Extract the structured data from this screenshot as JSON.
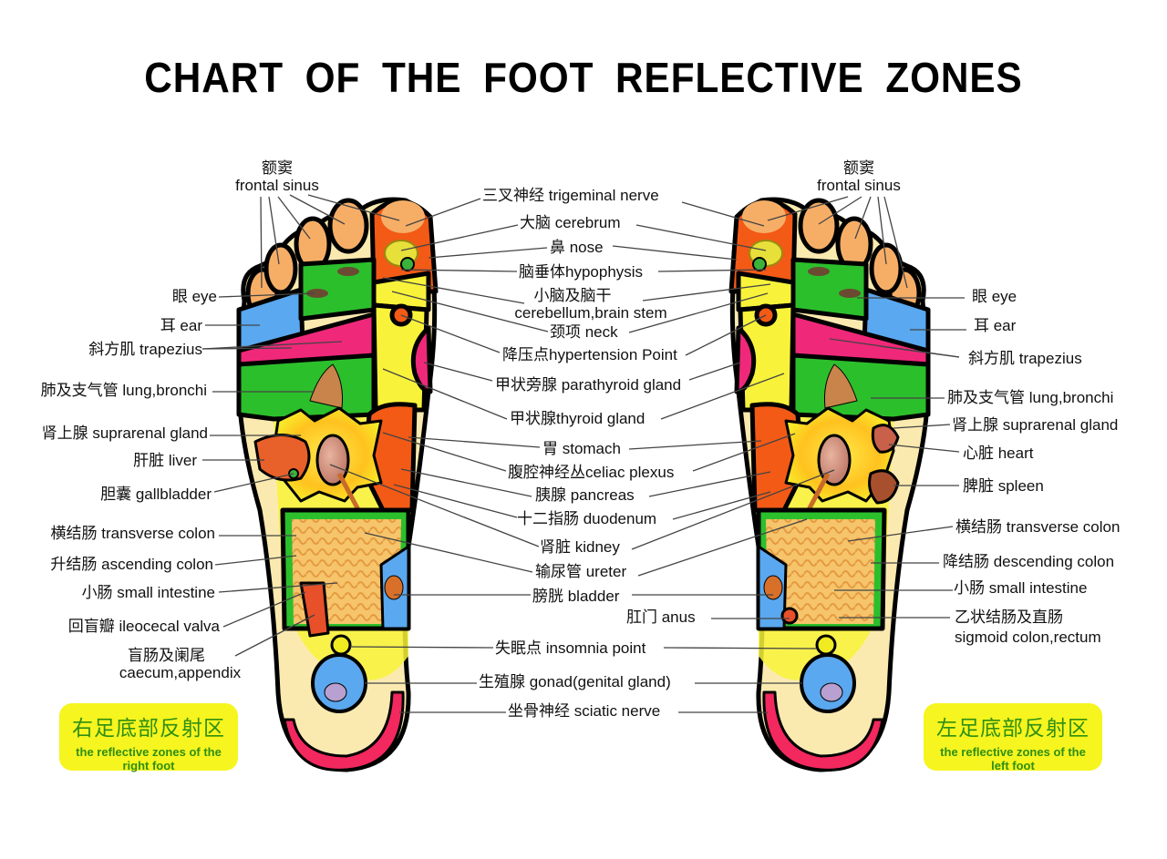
{
  "title": "CHART OF THE FOOT REFLECTIVE ZONES",
  "colors": {
    "toe": "#f6ae67",
    "green_zone": "#2cbf2c",
    "blue_zone": "#5aa8ef",
    "pink_zone": "#f0287a",
    "yellow_zone": "#f8f33a",
    "orange_zone": "#f25a16",
    "cream": "#fbeab0",
    "heel_band": "#f2285e",
    "outline": "#000000",
    "box_bg": "#f6f51f",
    "box_text": "#2f8f12"
  },
  "right_foot_labels": {
    "frontal_sinus": {
      "zh": "额窦",
      "en": "frontal sinus"
    },
    "eye": "眼 eye",
    "ear": "耳 ear",
    "trapezius": "斜方肌 trapezius",
    "lung": "肺及支气管  lung,bronchi",
    "suprarenal": "肾上腺 suprarenal gland",
    "liver": "肝脏  liver",
    "gallbladder": "胆囊  gallbladder",
    "transverse_colon": "横结肠  transverse colon",
    "ascending_colon": "升结肠  ascending colon",
    "small_intestine": "小肠  small intestine",
    "ileocecal": "回盲瓣  ileocecal valva",
    "caecum": {
      "zh": "盲肠及阑尾",
      "en": "caecum,appendix"
    }
  },
  "center_labels": {
    "trigeminal": "三叉神经 trigeminal nerve",
    "cerebrum": "大脑 cerebrum",
    "nose": "鼻  nose",
    "hypophysis": "脑垂体hypophysis",
    "cerebellum": {
      "zh": "小脑及脑干",
      "en": "cerebellum,brain stem"
    },
    "neck": "颈项 neck",
    "hypertension": "降压点hypertension Point",
    "parathyroid": "甲状旁腺 parathyroid gland",
    "thyroid": "甲状腺thyroid gland",
    "stomach": "胃 stomach",
    "celiac": "腹腔神经丛celiac plexus",
    "pancreas": "胰腺  pancreas",
    "duodenum": "十二指肠  duodenum",
    "kidney": "肾脏  kidney",
    "ureter": "输尿管 ureter",
    "bladder": "膀胱 bladder",
    "anus": "肛门  anus",
    "insomnia": "失眠点 insomnia point",
    "gonad": "生殖腺 gonad(genital gland)",
    "sciatic": "坐骨神经 sciatic nerve"
  },
  "left_foot_labels": {
    "frontal_sinus": {
      "zh": "额窦",
      "en": "frontal sinus"
    },
    "eye": "眼  eye",
    "ear": "耳  ear",
    "trapezius": "斜方肌  trapezius",
    "lung": "肺及支气管 lung,bronchi",
    "suprarenal": "肾上腺 suprarenal gland",
    "heart": "心脏  heart",
    "spleen": "脾脏  spleen",
    "transverse_colon": "横结肠 transverse colon",
    "descending_colon": "降结肠 descending colon",
    "small_intestine": "小肠  small intestine",
    "sigmoid": {
      "zh": "乙状结肠及直肠",
      "en": "sigmoid colon,rectum"
    }
  },
  "legend_boxes": {
    "right": {
      "zh": "右足底部反射区",
      "en": "the reflective zones of the right foot"
    },
    "left": {
      "zh": "左足底部反射区",
      "en": "the reflective zones of the left foot"
    }
  }
}
